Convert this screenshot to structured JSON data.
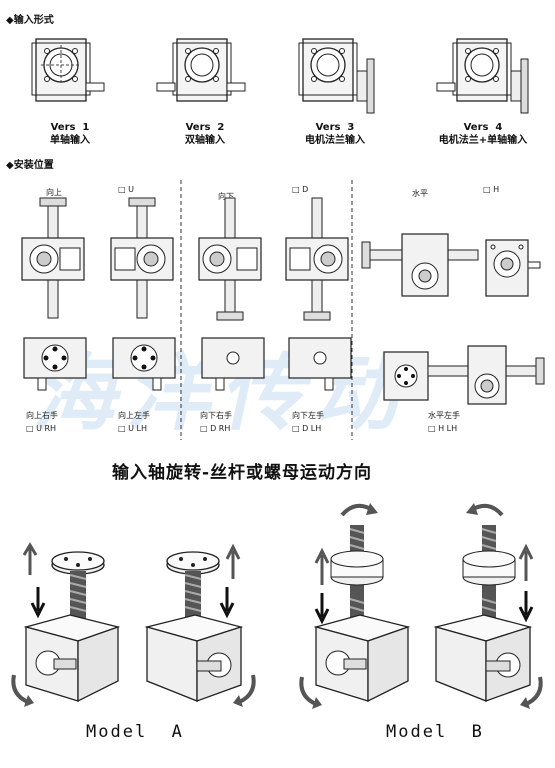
{
  "section1": {
    "title": "◆输入形式",
    "versions": [
      {
        "code": "Vers  1",
        "name": "单轴输入"
      },
      {
        "code": "Vers  2",
        "name": "双轴输入"
      },
      {
        "code": "Vers  3",
        "name": "电机法兰输入"
      },
      {
        "code": "Vers  4",
        "name": "电机法兰+单轴输入"
      }
    ]
  },
  "section2": {
    "title": "◆安装位置",
    "positions": [
      {
        "top": "向上",
        "code": "□ U",
        "bottom": "向上右手",
        "bottom_code": "□ U RH"
      },
      {
        "top": "",
        "code": "",
        "bottom": "向上左手",
        "bottom_code": "□ U LH"
      },
      {
        "top": "向下",
        "code": "□ D",
        "bottom": "向下右手",
        "bottom_code": "□ D RH"
      },
      {
        "top": "",
        "code": "",
        "bottom": "向下左手",
        "bottom_code": "□ D LH"
      },
      {
        "top": "水平",
        "code": "□ H",
        "bottom": "水平左手",
        "bottom_code": "□ H LH"
      }
    ]
  },
  "watermark": "海洋传动",
  "main_title": "输入轴旋转-丝杆或螺母运动方向",
  "models": [
    "Model  A",
    "Model  B"
  ]
}
